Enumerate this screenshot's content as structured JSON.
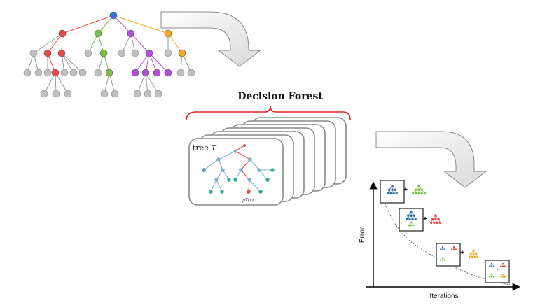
{
  "forest": {
    "title": "Decision Forest",
    "tree_label_prefix": "tree",
    "tree_label_var": "T",
    "leaf_label": "pT(v)"
  },
  "boosting_chart": {
    "xlabel": "Iterations",
    "ylabel": "Error",
    "plus": "+"
  },
  "colors": {
    "root": "#3d6ee0",
    "red": "#e84a4a",
    "green": "#7bc043",
    "purple": "#b24fd6",
    "orange": "#f5a623",
    "gray": "#bfbfbf",
    "teal": "#3aa89b",
    "steel": "#7fb3cf",
    "blue": "#2b6cb0"
  }
}
